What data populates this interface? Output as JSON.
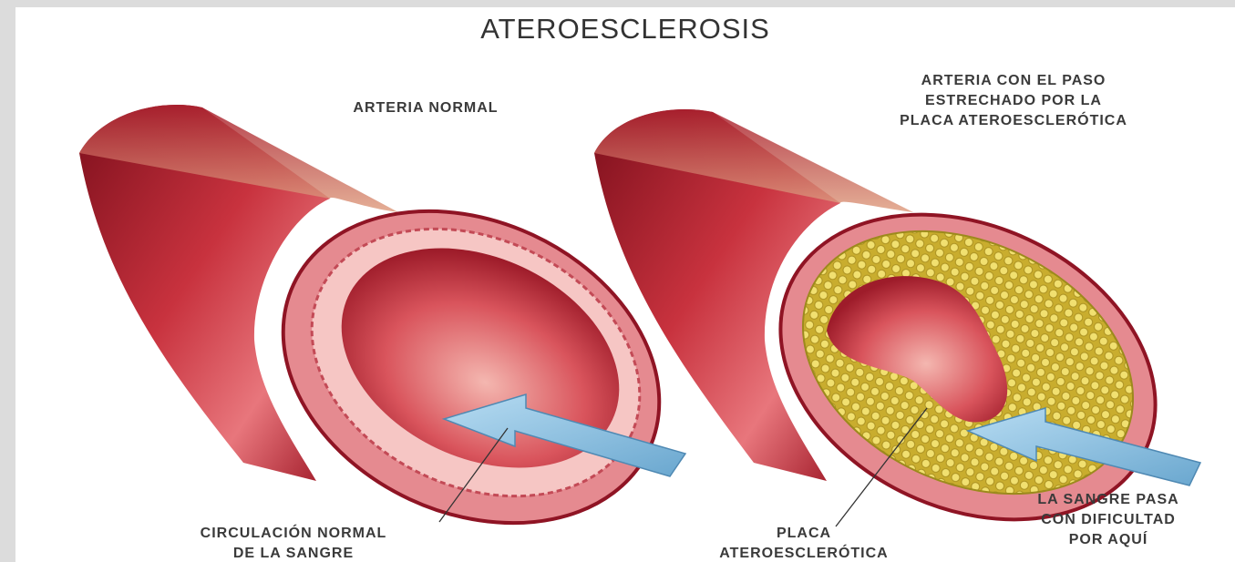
{
  "title": "ATEROESCLEROSIS",
  "labels": {
    "normal_artery": "ARTERIA NORMAL",
    "narrowed_artery": [
      "ARTERIA CON EL PASO",
      "ESTRECHADO POR LA",
      "PLACA ATEROESCLERÓTICA"
    ],
    "normal_circulation": [
      "CIRCULACIÓN NORMAL",
      "DE LA SANGRE"
    ],
    "plaque": [
      "PLACA",
      "ATEROESCLERÓTICA"
    ],
    "blood_difficulty": [
      "LA SANGRE PASA",
      "CON DIFICULTAD",
      "POR AQUÍ"
    ]
  },
  "colors": {
    "artery_outer": "#b3222f",
    "artery_dark": "#7d0f1c",
    "artery_inner": "#f2a4a8",
    "lumen": "#d9545c",
    "plaque": "#d8c23c",
    "arrow": "#8ec5e6"
  }
}
